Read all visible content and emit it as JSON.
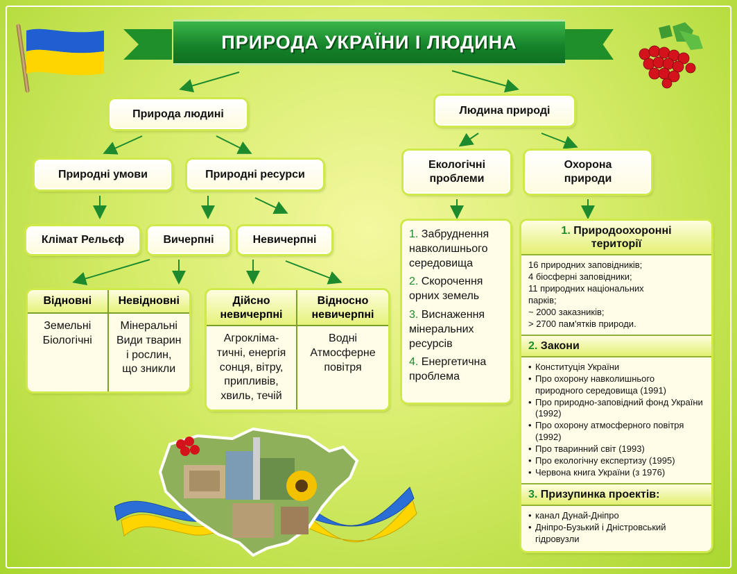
{
  "title": "ПРИРОДА УКРАЇНИ І ЛЮДИНА",
  "left": {
    "root": "Природа людині",
    "conditions": "Природні умови",
    "resources": "Природні ресурси",
    "climate_relief": "Клімат Рельєф",
    "exhaustible": "Вичерпні",
    "inexhaustible": "Невичерпні",
    "table1": {
      "col1_header": "Відновні",
      "col2_header": "Невідновні",
      "col1_body": "Земельні\nБіологічні",
      "col2_body": "Мінеральні\nВиди тварин\nі рослин,\nщо зникли"
    },
    "table2": {
      "col1_header": "Дійсно\nневичерпні",
      "col2_header": "Відносно\nневичерпні",
      "col1_body": "Агрокліма-\nтичні, енергія\nсонця, вітру,\nприпливів,\nхвиль, течій",
      "col2_body": "Водні\nАтмосферне\nповітря"
    }
  },
  "right": {
    "root": "Людина природі",
    "eco_problems": "Екологічні\nпроблеми",
    "protection": "Охорона\nприроди",
    "problems": [
      {
        "num": "1.",
        "text": "Забруднення навколишнього середовища"
      },
      {
        "num": "2.",
        "text": "Скорочення орних земель"
      },
      {
        "num": "3.",
        "text": "Виснаження мінеральних ресурсів"
      },
      {
        "num": "4.",
        "text": "Енергетична проблема"
      }
    ],
    "section1": {
      "num": "1.",
      "title": "Природоохоронні\nтериторії",
      "lines": [
        "16 природних заповідників;",
        "4 біосферні заповідники;",
        "11 природних національних\n    парків;",
        "~ 2000 заказників;",
        "> 2700 пам'ятків природи."
      ]
    },
    "section2": {
      "num": "2.",
      "title": "Закони",
      "items": [
        "Конституція України",
        "Про охорону навколишнього природного середовища (1991)",
        "Про природно-заповідний фонд України (1992)",
        "Про охорону атмосферного повітря (1992)",
        "Про тваринний світ (1993)",
        "Про екологічну експертизу (1995)",
        "Червона книга України (з 1976)"
      ]
    },
    "section3": {
      "num": "3.",
      "title": "Призупинка проектів:",
      "items": [
        "канал Дунай-Дніпро",
        "Дніпро-Бузький і Дністровський гідровузли"
      ]
    }
  },
  "colors": {
    "banner": "#15822a",
    "arrow": "#1d8a2e",
    "flag_blue": "#1f5fd1",
    "flag_yellow": "#ffd500",
    "berry_red": "#d3121c"
  },
  "icons": [
    "ukraine-flag-icon",
    "viburnum-berries-icon",
    "ukraine-map-collage"
  ]
}
